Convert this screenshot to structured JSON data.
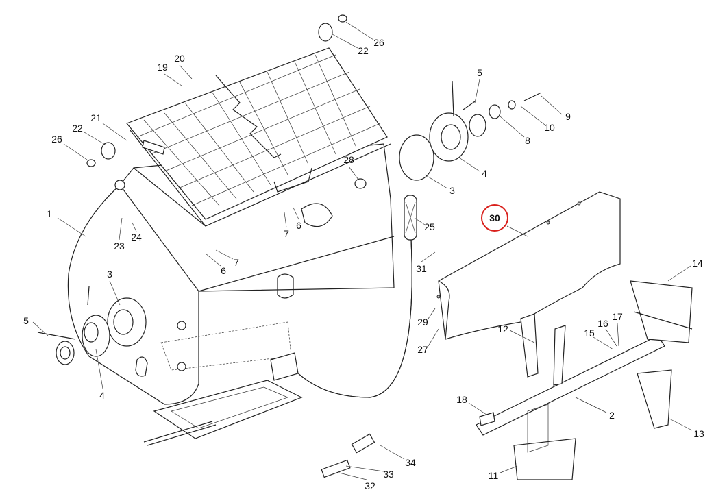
{
  "diagram": {
    "type": "exploded-parts-diagram",
    "highlight_color": "#d9201c",
    "highlighted_part": "30",
    "labels": [
      "26",
      "22",
      "20",
      "19",
      "5",
      "9",
      "10",
      "8",
      "21",
      "22",
      "26",
      "28",
      "4",
      "3",
      "1",
      "30",
      "25",
      "6",
      "7",
      "23",
      "24",
      "31",
      "7",
      "6",
      "3",
      "14",
      "5",
      "16",
      "17",
      "15",
      "12",
      "29",
      "27",
      "4",
      "18",
      "2",
      "13",
      "34",
      "33",
      "32",
      "11"
    ]
  }
}
